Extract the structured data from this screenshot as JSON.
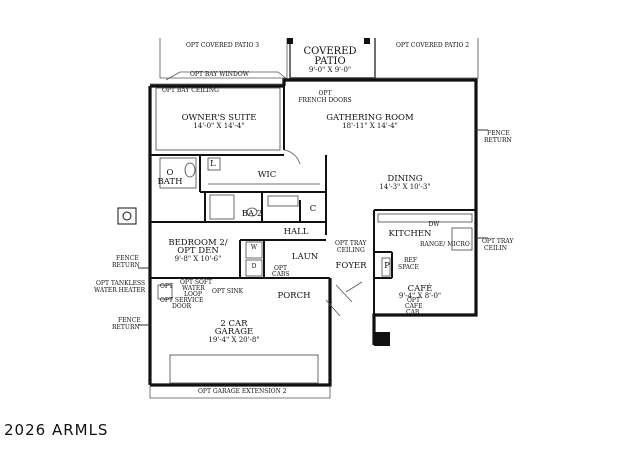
{
  "floorplan": {
    "rooms": {
      "covered_patio": {
        "name_line1": "COVERED",
        "name_line2": "PATIO",
        "dims": "9'-0\" X 9'-0\""
      },
      "owners_suite": {
        "name": "OWNER'S SUITE",
        "dims": "14'-0\" X 14'-4\""
      },
      "gathering_room": {
        "name": "GATHERING ROOM",
        "dims": "18'-11\" X 14'-4\""
      },
      "dining": {
        "name": "DINING",
        "dims": "14'-3\" X 10'-3\""
      },
      "wic": {
        "name": "WIC"
      },
      "owners_bath": {
        "name_line1": "O",
        "name_line2": "BATH"
      },
      "ba2": {
        "name": "BA 2"
      },
      "hall": {
        "name": "HALL"
      },
      "bedroom2": {
        "name_line1": "BEDROOM 2/",
        "name_line2": "OPT DEN",
        "dims": "9'-8\" X 10'-6\""
      },
      "kitchen": {
        "name": "KITCHEN"
      },
      "laun": {
        "name": "LAUN"
      },
      "foyer": {
        "name": "FOYER"
      },
      "cafe": {
        "name": "CAFÉ",
        "dims": "9'-4\" X 8'-0\""
      },
      "porch": {
        "name": "PORCH"
      },
      "garage": {
        "name_line1": "2 CAR",
        "name_line2": "GARAGE",
        "dims": "19'-4\" X 20'-8\""
      }
    },
    "small_labels": {
      "l": "L",
      "c": "C",
      "p": "P",
      "w": "W",
      "d": "D",
      "dw": "DW",
      "opt": "OPT"
    },
    "notes": {
      "opt_covered_patio_3": "OPT COVERED PATIO 3",
      "opt_covered_patio_2": "OPT COVERED PATIO 2",
      "opt_bay_window": "OPT BAY WINDOW",
      "opt_bay_ceiling": "OPT BAY CEILING",
      "opt_french_doors_1": "OPT",
      "opt_french_doors_2": "FRENCH DOORS",
      "fence_return_right_1": "FENCE",
      "fence_return_right_2": "RETURN",
      "opt_tray_ceiling_1": "OPT TRAY",
      "opt_tray_ceiling_2": "CEILING",
      "opt_tray_ceilin_right_1": "OPT TRAY",
      "opt_tray_ceilin_right_2": "CEILIN",
      "range_micro": "RANGE/ MICRO",
      "ref_space_1": "REF",
      "ref_space_2": "SPACE",
      "opt_cafe_cab_1": "OPT",
      "opt_cafe_cab_2": "CAFE",
      "opt_cafe_cab_3": "CAB",
      "fence_return_left_1": "FENCE",
      "fence_return_left_2": "RETURN",
      "opt_tankless_1": "OPT TANKLESS",
      "opt_tankless_2": "WATER HEATER",
      "opt_soft_water_1": "OPT SOFT",
      "opt_soft_water_2": "WATER",
      "opt_soft_water_3": "LOOP",
      "opt_sink": "OPT SINK",
      "opt_cabs_1": "OPT",
      "opt_cabs_2": "CABS",
      "opt_service_door_1": "OPT SERVICE",
      "opt_service_door_2": "DOOR",
      "fence_return_lower_1": "FENCE",
      "fence_return_lower_2": "RETURN",
      "opt_garage_extension": "OPT GARAGE EXTENSION 2"
    },
    "watermark": "2026 ARMLS"
  },
  "colors": {
    "wall": "#111111",
    "line": "#333333",
    "background": "#ffffff"
  }
}
